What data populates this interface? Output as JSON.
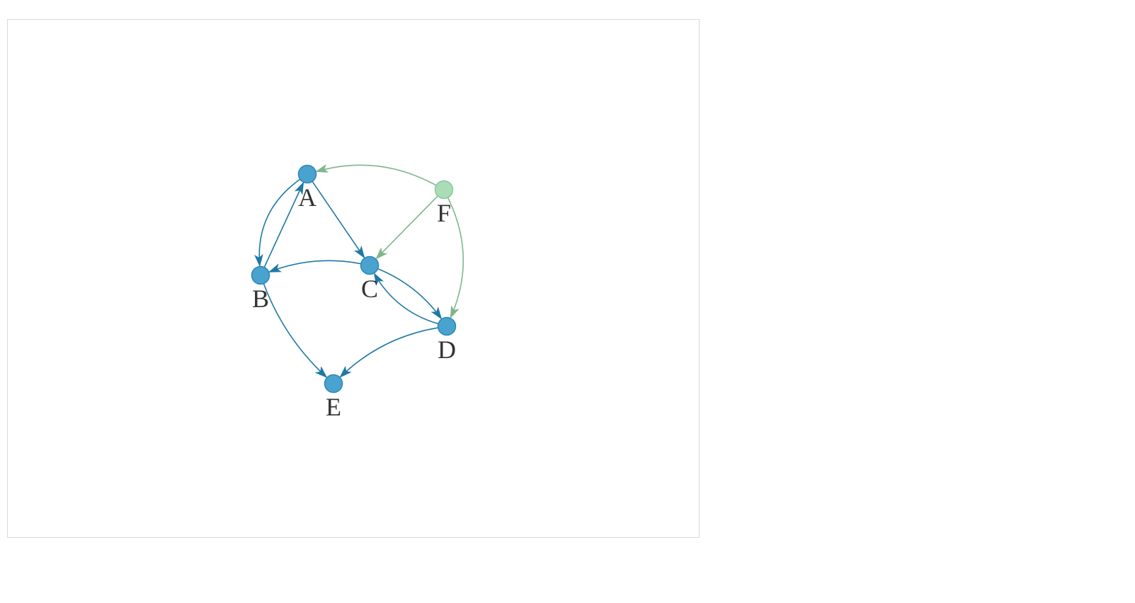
{
  "graph": {
    "nodes": [
      {
        "id": "A",
        "label": "A",
        "group": "main"
      },
      {
        "id": "B",
        "label": "B",
        "group": "main"
      },
      {
        "id": "C",
        "label": "C",
        "group": "main"
      },
      {
        "id": "D",
        "label": "D",
        "group": "main"
      },
      {
        "id": "E",
        "label": "E",
        "group": "main"
      },
      {
        "id": "F",
        "label": "F",
        "group": "source"
      }
    ],
    "edges": [
      {
        "from": "A",
        "to": "B",
        "group": "main"
      },
      {
        "from": "B",
        "to": "A",
        "group": "main"
      },
      {
        "from": "A",
        "to": "C",
        "group": "main"
      },
      {
        "from": "C",
        "to": "B",
        "group": "main"
      },
      {
        "from": "C",
        "to": "D",
        "group": "main"
      },
      {
        "from": "D",
        "to": "C",
        "group": "main"
      },
      {
        "from": "B",
        "to": "E",
        "group": "main"
      },
      {
        "from": "D",
        "to": "E",
        "group": "main"
      },
      {
        "from": "F",
        "to": "A",
        "group": "source"
      },
      {
        "from": "F",
        "to": "C",
        "group": "source"
      },
      {
        "from": "F",
        "to": "D",
        "group": "source"
      }
    ]
  },
  "colors": {
    "main_node_fill": "#4aa3cf",
    "main_node_stroke": "#2a86b5",
    "main_edge": "#1f78a4",
    "source_node_fill": "#a9dcb7",
    "source_node_stroke": "#8cc79c",
    "source_edge": "#7fb58d",
    "label": "#333333",
    "panel_border": "#d9d9d9"
  }
}
